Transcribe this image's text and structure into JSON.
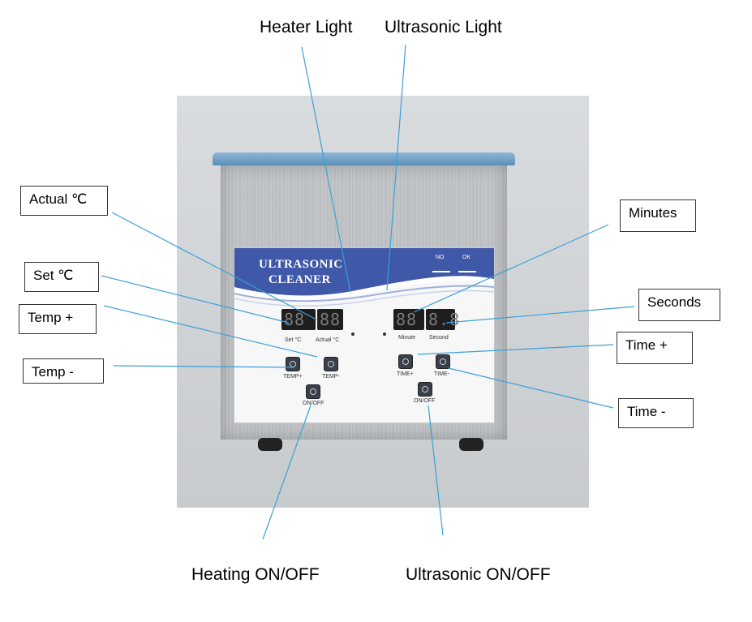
{
  "device": {
    "panel_title_line1": "ULTRASONIC",
    "panel_title_line2": "CLEANER",
    "icon_no": "NO",
    "icon_ok": "OK",
    "temp_display_set": "88",
    "temp_display_actual": "88",
    "time_display_minute": "88",
    "time_display_second": "8.8",
    "label_set_c": "Set   °C",
    "label_actual_c": "Actual °C",
    "label_minute": "Minute",
    "label_second": "Second",
    "btn_temp_plus": "TEMP+",
    "btn_temp_minus": "TEMP-",
    "btn_heat_onoff": "ON/OFF",
    "btn_time_plus": "TIME+",
    "btn_time_minus": "TIME-",
    "btn_ultra_onoff": "ON/OFF"
  },
  "labels": {
    "heater_light": "Heater Light",
    "ultrasonic_light": "Ultrasonic Light",
    "actual_c": "Actual ℃",
    "set_c": "Set  ℃",
    "temp_plus": "Temp +",
    "temp_minus": "Temp -",
    "minutes": "Minutes",
    "seconds": "Seconds",
    "time_plus": "Time +",
    "time_minus": "Time -",
    "heating_onoff": "Heating ON/OFF",
    "ultrasonic_onoff": "Ultrasonic ON/OFF"
  },
  "colors": {
    "leader_line": "#3aa0d8",
    "panel_text": "#3a4f9a",
    "lid_blue": "#6f9fc6"
  }
}
